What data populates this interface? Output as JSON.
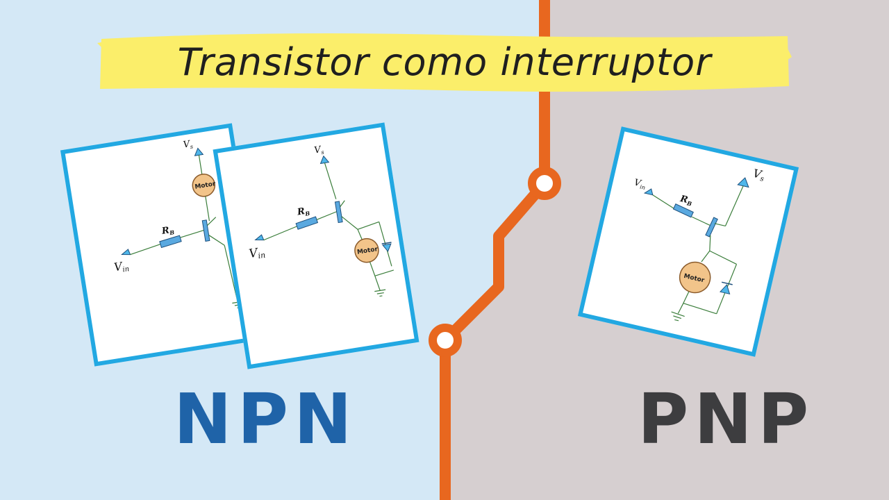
{
  "title": "Transistor como interruptor",
  "npn_label": "NPN",
  "pnp_label": "PNP",
  "circuit_labels": {
    "vs": "V",
    "vs_sub": "s",
    "vin": "V",
    "vin_sub": "in",
    "rb": "R",
    "rb_sub": "B",
    "motor": "Motor"
  },
  "colors": {
    "left_background": "#d4e8f6",
    "right_background": "#d6cfd0",
    "divider": "#e8671f",
    "banner": "#fbee6a",
    "card_border": "#22a8e2",
    "npn_text": "#1f63a8",
    "pnp_text": "#3d3d3f"
  }
}
